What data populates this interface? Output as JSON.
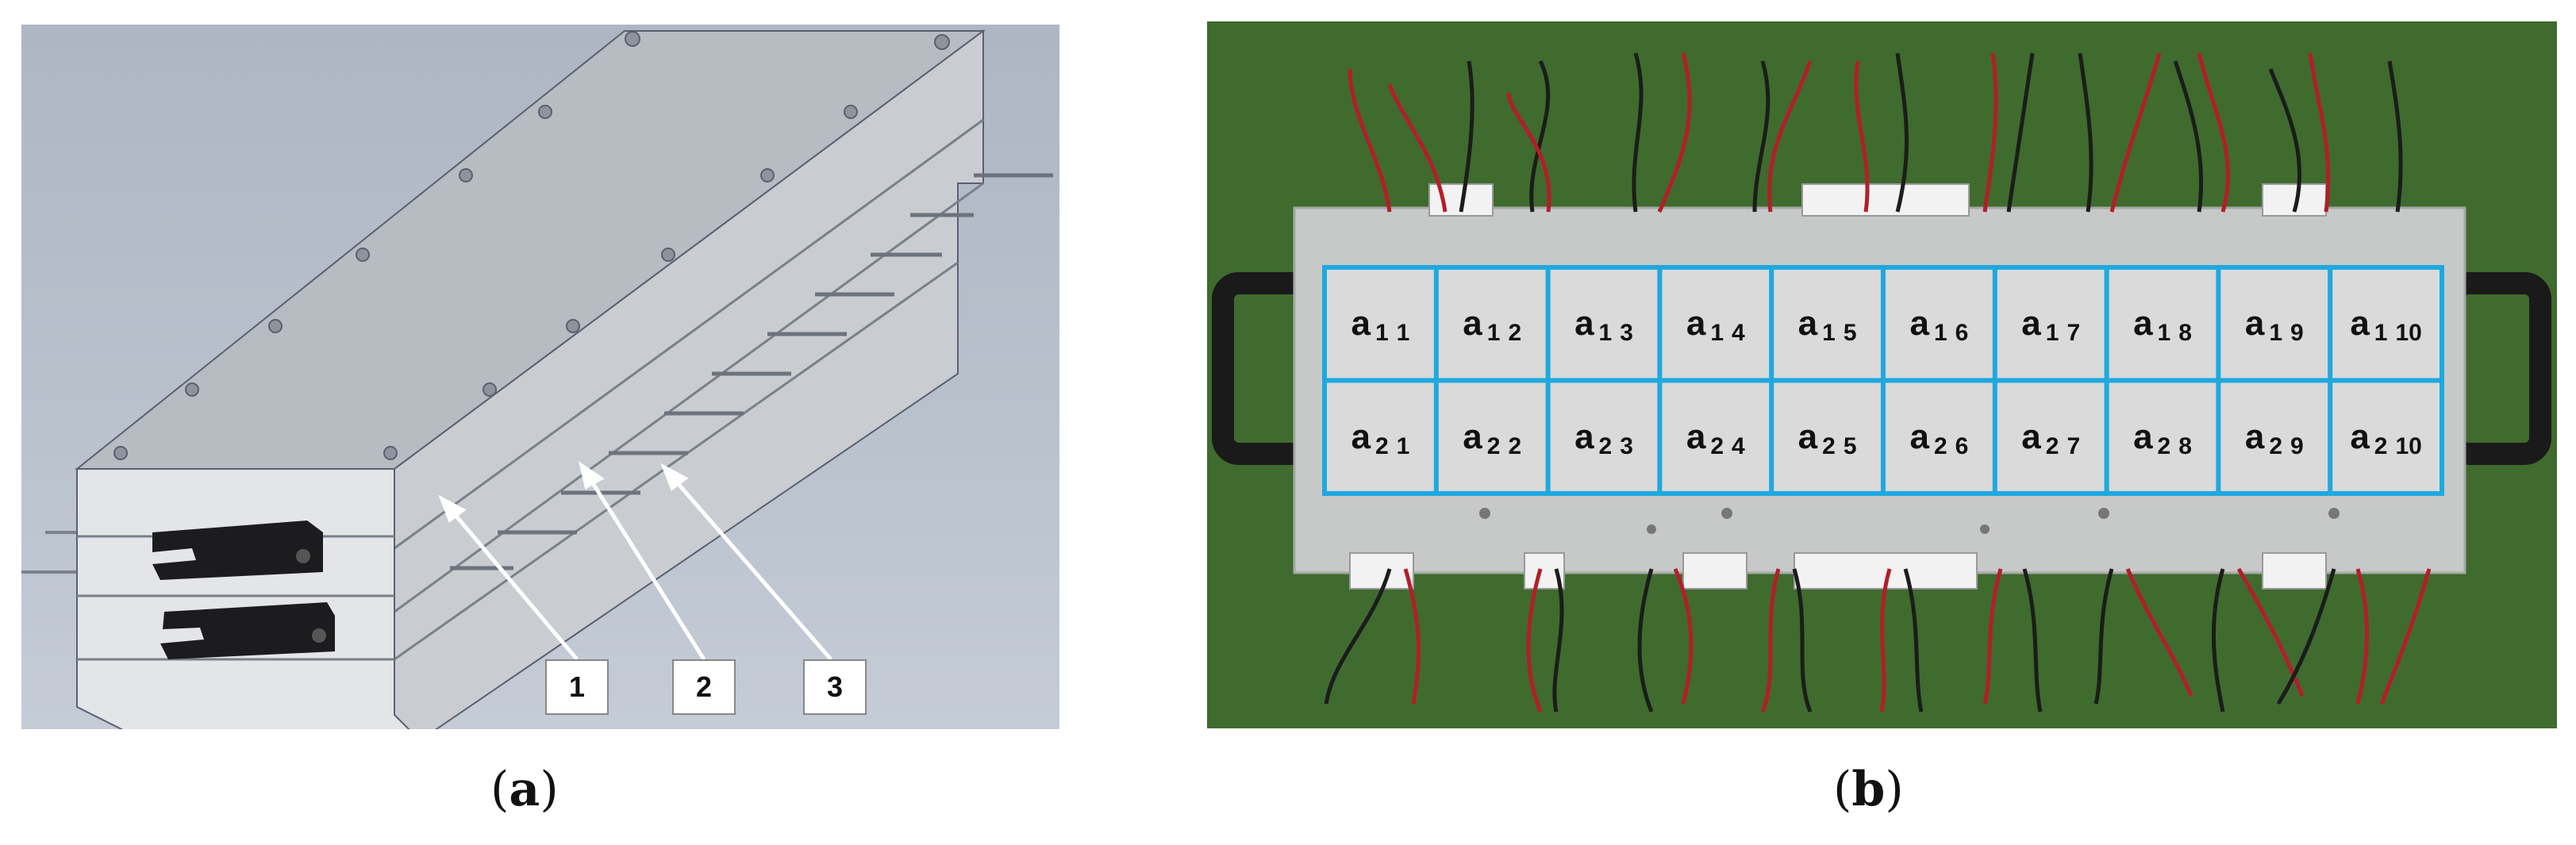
{
  "captions": {
    "a": "a",
    "b": "b"
  },
  "panel_a": {
    "callouts": [
      "1",
      "2",
      "3"
    ]
  },
  "panel_b": {
    "cells": [
      [
        "a",
        "1",
        "1"
      ],
      [
        "a",
        "1",
        "2"
      ],
      [
        "a",
        "1",
        "3"
      ],
      [
        "a",
        "1",
        "4"
      ],
      [
        "a",
        "1",
        "5"
      ],
      [
        "a",
        "1",
        "6"
      ],
      [
        "a",
        "1",
        "7"
      ],
      [
        "a",
        "1",
        "8"
      ],
      [
        "a",
        "1",
        "9"
      ],
      [
        "a",
        "1",
        "10"
      ],
      [
        "a",
        "2",
        "1"
      ],
      [
        "a",
        "2",
        "2"
      ],
      [
        "a",
        "2",
        "3"
      ],
      [
        "a",
        "2",
        "4"
      ],
      [
        "a",
        "2",
        "5"
      ],
      [
        "a",
        "2",
        "6"
      ],
      [
        "a",
        "2",
        "7"
      ],
      [
        "a",
        "2",
        "8"
      ],
      [
        "a",
        "2",
        "9"
      ],
      [
        "a",
        "2",
        "10"
      ]
    ],
    "grid_color": "#1fa8e0"
  }
}
